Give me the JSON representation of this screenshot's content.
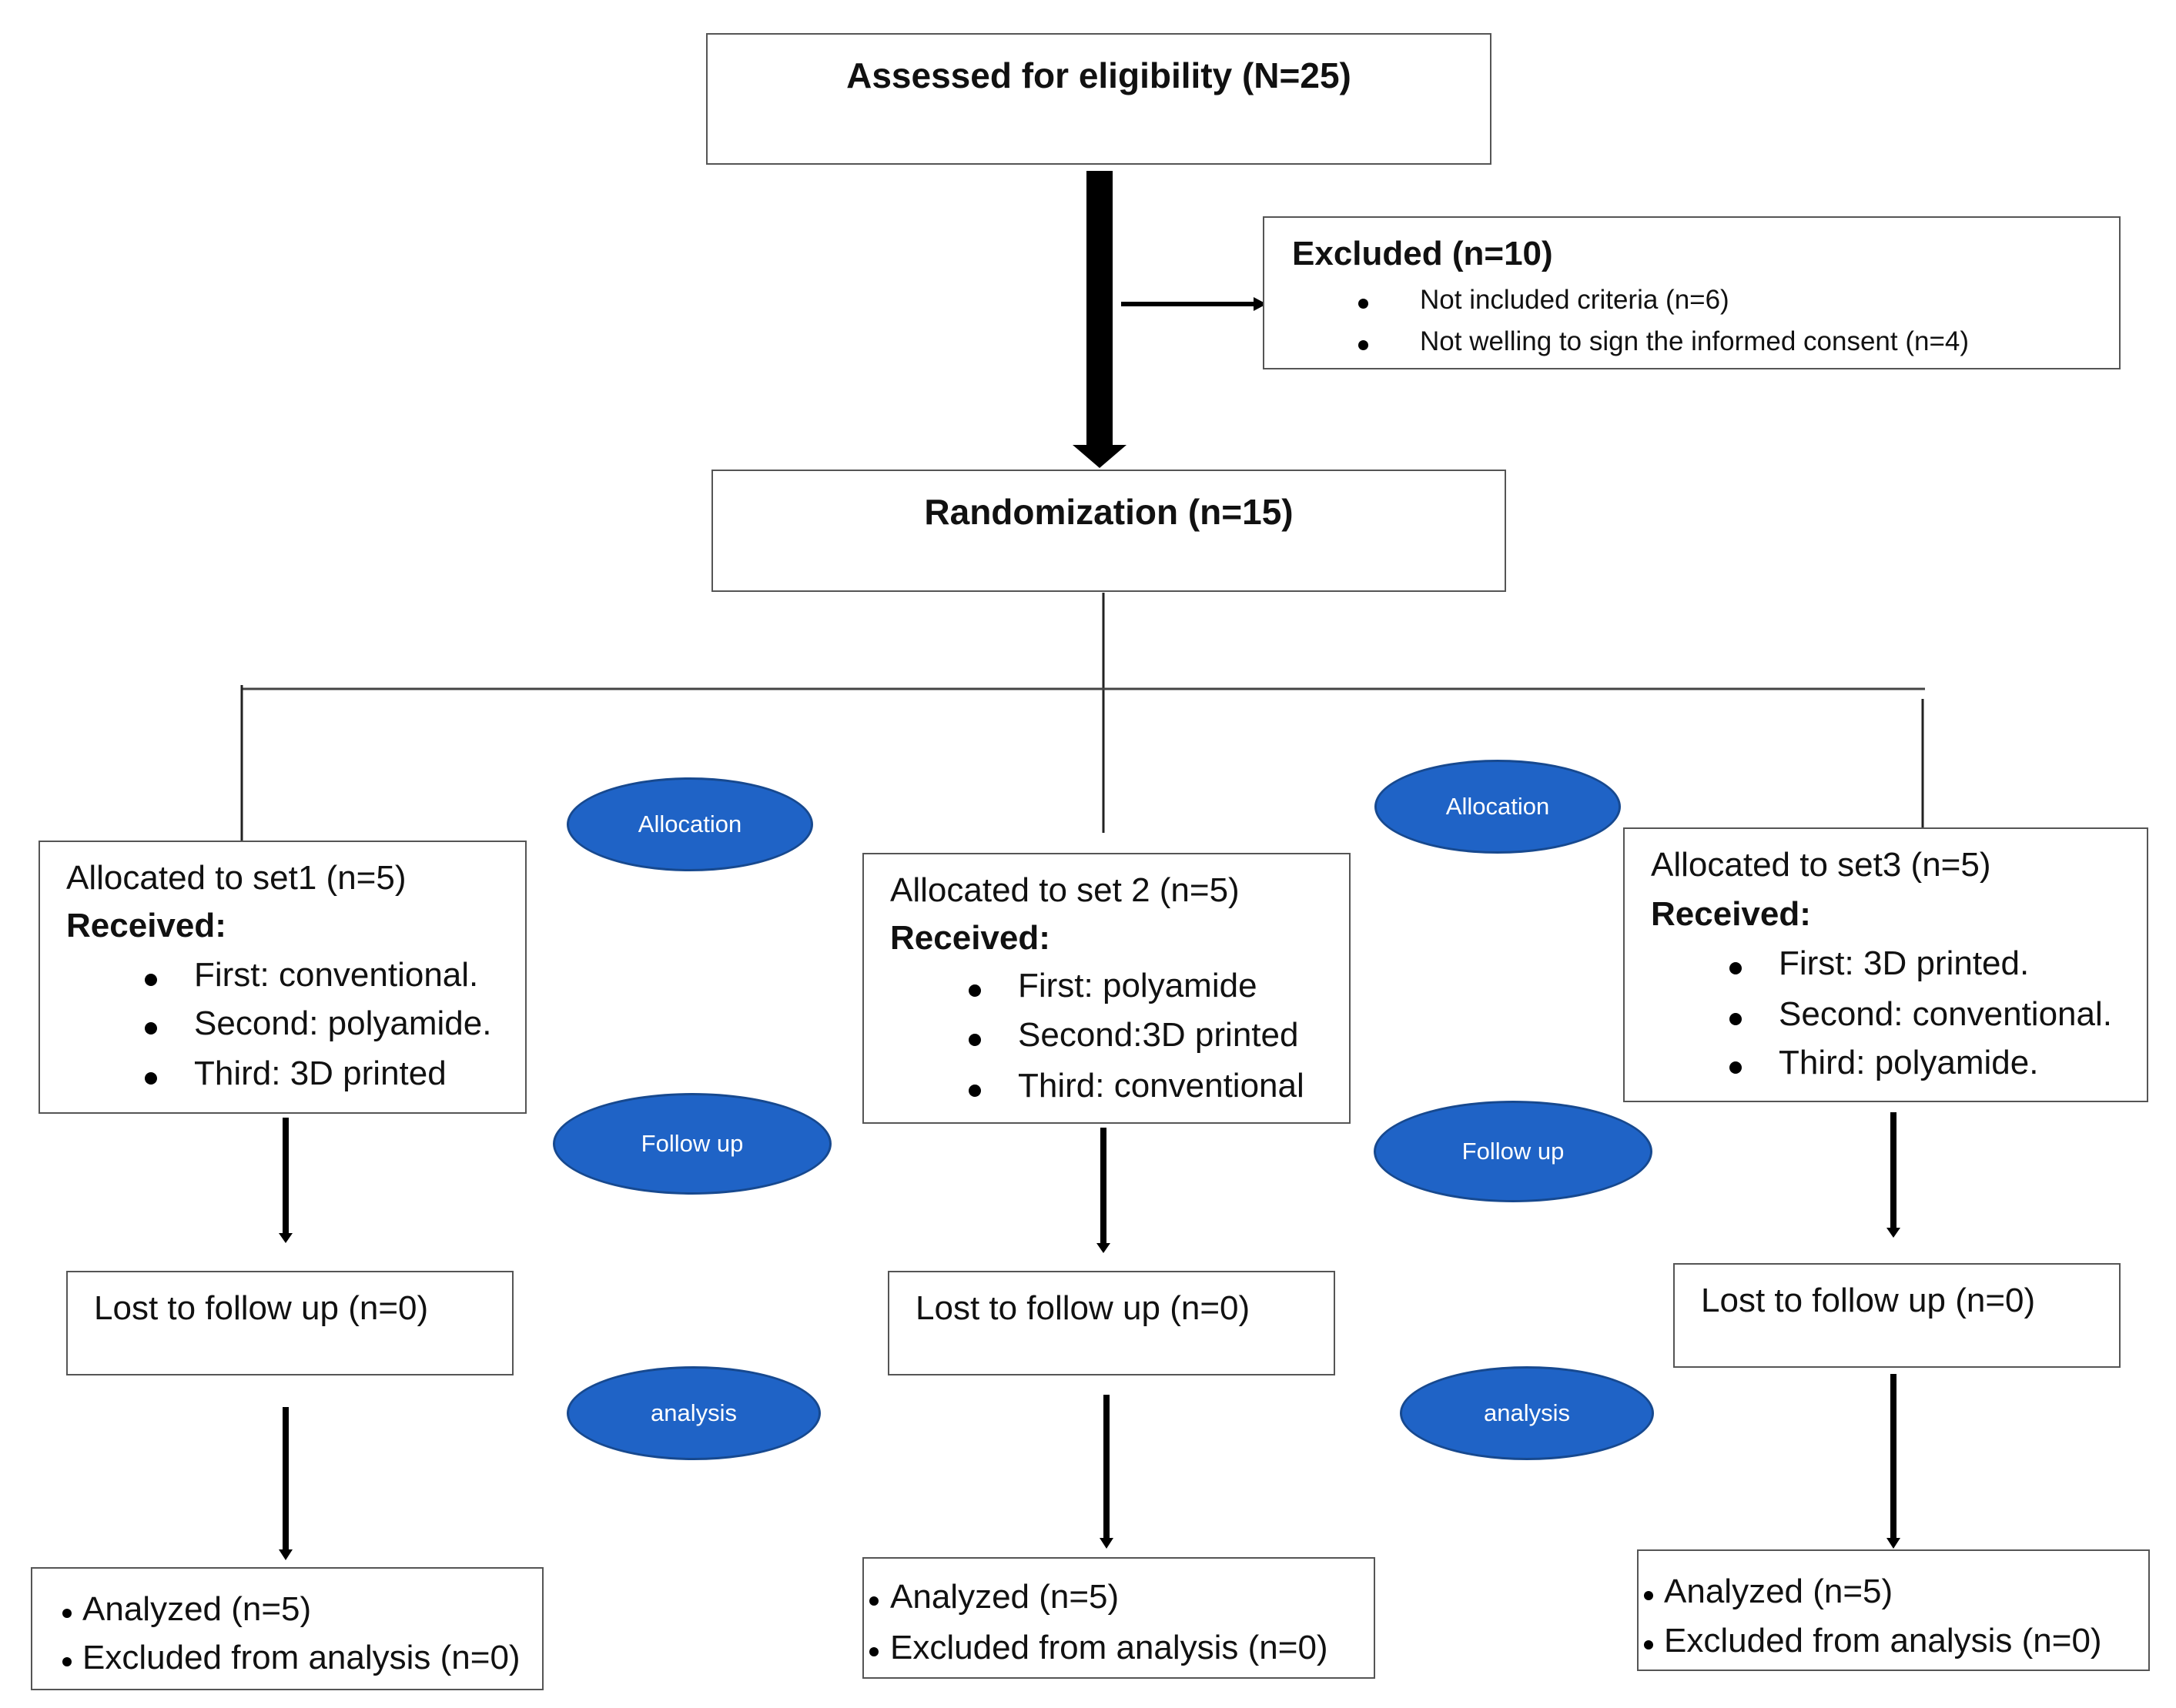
{
  "assessed": {
    "label": "Assessed for eligibility (N=25)"
  },
  "excluded": {
    "title": "Excluded (n=10)",
    "items": [
      "Not included criteria (n=6)",
      "Not welling to sign the informed consent (n=4)"
    ]
  },
  "randomization": {
    "label": "Randomization (n=15)"
  },
  "stage_labels": {
    "allocation": "Allocation",
    "follow_up": "Follow up",
    "analysis": "analysis"
  },
  "arms": [
    {
      "allocated": "Allocated to set1 (n=5)",
      "received_label": "Received:",
      "received": [
        "First: conventional.",
        "Second: polyamide.",
        "Third: 3D printed"
      ],
      "lost": "Lost to follow up (n=0)",
      "analyzed": "Analyzed (n=5)",
      "excluded_analysis": "Excluded from analysis (n=0)"
    },
    {
      "allocated": "Allocated to set 2 (n=5)",
      "received_label": "Received:",
      "received": [
        "First: polyamide",
        "Second:3D printed",
        "Third: conventional"
      ],
      "lost": "Lost to follow up (n=0)",
      "analyzed": "Analyzed (n=5)",
      "excluded_analysis": "Excluded from analysis (n=0)"
    },
    {
      "allocated": "Allocated to set3 (n=5)",
      "received_label": "Received:",
      "received": [
        "First: 3D printed.",
        "Second: conventional.",
        "Third: polyamide."
      ],
      "lost": "Lost to follow up (n=0)",
      "analyzed": "Analyzed (n=5)",
      "excluded_analysis": "Excluded from analysis (n=0)"
    }
  ],
  "colors": {
    "oval_fill": "#1f63c6",
    "oval_border": "#17498f",
    "box_border": "#555555"
  }
}
